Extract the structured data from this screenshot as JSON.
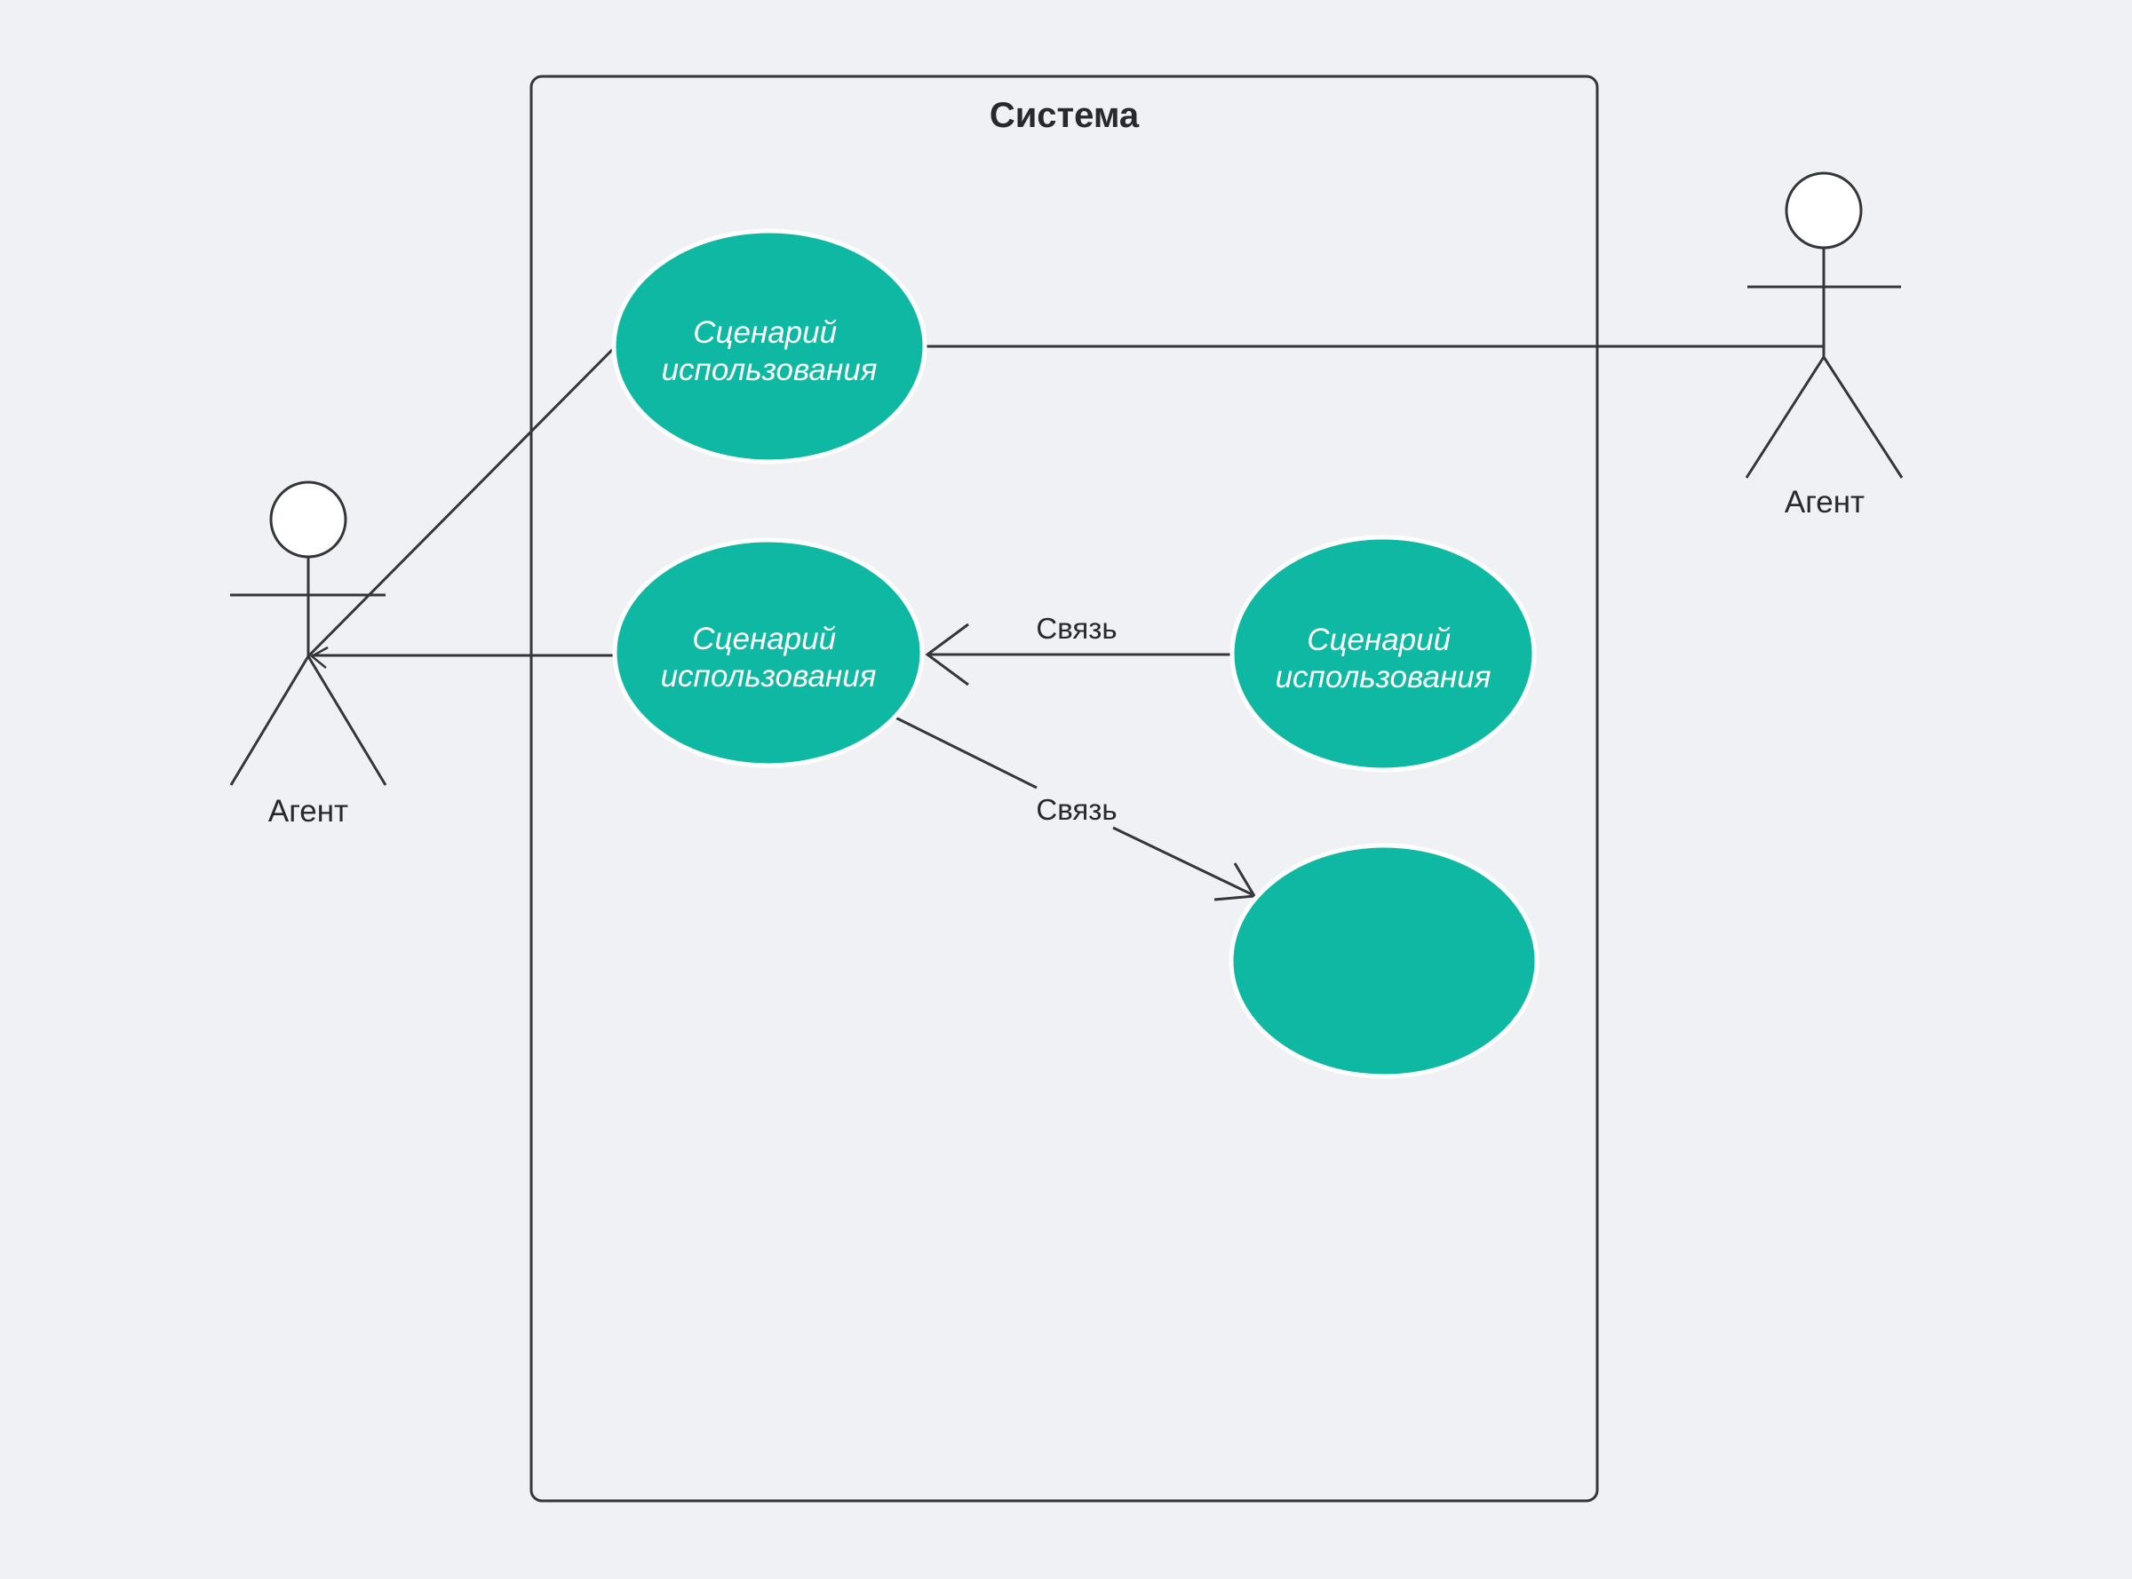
{
  "colors": {
    "background": "#f0f1f4",
    "line": "#33363a",
    "text": "#27292e",
    "node_fill": "#0eb8a3",
    "node_stroke": "#ffffff",
    "node_text": "#ffffff",
    "head_fill": "#ffffff"
  },
  "system": {
    "title": "Система"
  },
  "actors": {
    "left": {
      "label": "Агент"
    },
    "right": {
      "label": "Агент"
    }
  },
  "use_cases": {
    "top": {
      "line1": "Сценарий",
      "line2": "использования"
    },
    "middle": {
      "line1": "Сценарий",
      "line2": "использования"
    },
    "right": {
      "line1": "Сценарий",
      "line2": "использования"
    },
    "bottom": {
      "line1": "",
      "line2": ""
    }
  },
  "connections": {
    "right_to_middle": {
      "label": "Связь"
    },
    "middle_to_bottom": {
      "label": "Связь"
    }
  }
}
